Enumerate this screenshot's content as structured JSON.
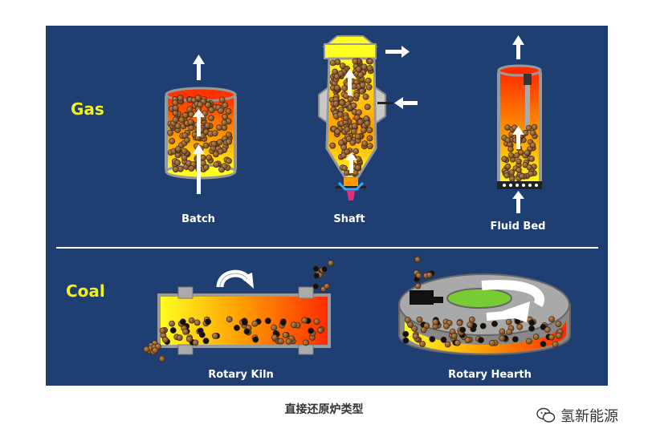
{
  "sections": {
    "gas": "Gas",
    "coal": "Coal"
  },
  "reactors": {
    "batch": "Batch",
    "shaft": "Shaft",
    "fluid_bed": "Fluid Bed",
    "rotary_kiln": "Rotary Kiln",
    "rotary_hearth": "Rotary Hearth"
  },
  "caption": "直接还原炉类型",
  "watermark": {
    "text": "氢新能源",
    "icon": "wechat-icon"
  },
  "colors": {
    "panel": "#1f3f73",
    "section_label": "#f2f21a",
    "pellet": "#8b5a2b",
    "hot": "#ff3300",
    "warm": "#ffff33"
  }
}
